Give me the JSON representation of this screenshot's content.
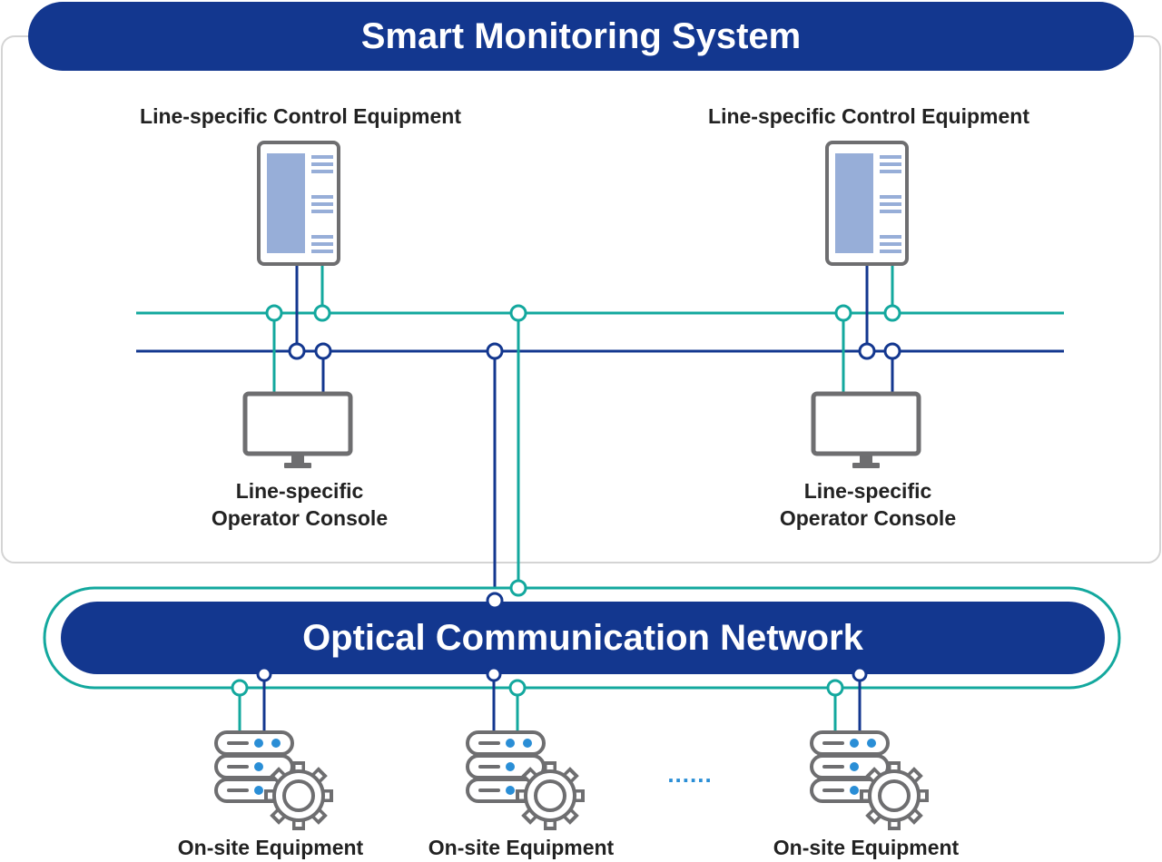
{
  "smart_monitoring": {
    "title": "Smart Monitoring System",
    "control_equipment_left": "Line-specific Control Equipment",
    "control_equipment_right": "Line-specific Control Equipment",
    "console_left": {
      "line1": "Line-specific",
      "line2": "Operator Console"
    },
    "console_right": {
      "line1": "Line-specific",
      "line2": "Operator Console"
    }
  },
  "network": {
    "title": "Optical Communication Network"
  },
  "onsite": {
    "items": [
      "On-site Equipment",
      "On-site Equipment",
      "On-site Equipment"
    ],
    "ellipsis": "......"
  },
  "colors": {
    "navy": "#13378f",
    "teal": "#13a89e",
    "gray": "#6e6e70",
    "panel_blue": "#97aed8",
    "accent_blue": "#2a8ed6"
  }
}
